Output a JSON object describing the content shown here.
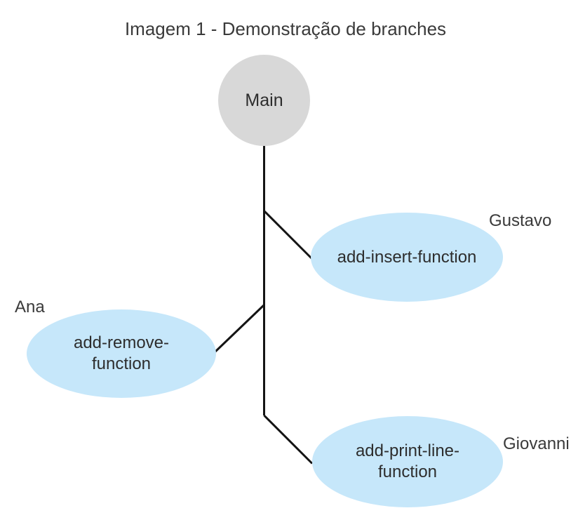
{
  "title": "Imagem 1 - Demonstração de branches",
  "colors": {
    "main_node_fill": "#d8d8d8",
    "branch_node_fill": "#c6e7fa",
    "line_color": "#141414",
    "text_color": "#2d2d2d"
  },
  "diagram": {
    "main": {
      "label": "Main"
    },
    "branches": [
      {
        "lines": [
          "add-insert-function"
        ],
        "owner": "Gustavo"
      },
      {
        "lines": [
          "add-remove-",
          "function"
        ],
        "owner": "Ana"
      },
      {
        "lines": [
          "add-print-line-",
          "function"
        ],
        "owner": "Giovanni"
      }
    ]
  }
}
